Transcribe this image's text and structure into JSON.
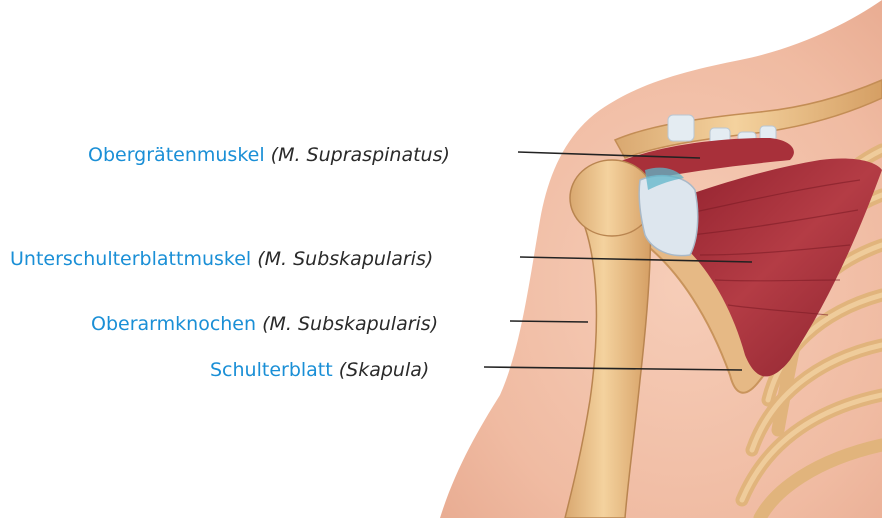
{
  "colors": {
    "term": "#1a8fd6",
    "latin": "#2a2a2a",
    "skin": "#f2c4ad",
    "bone": "#ecc48e",
    "muscle": "#a9323c",
    "cartilage": "#dfe7ef",
    "leader_line": "#222222"
  },
  "labels": [
    {
      "id": "supraspinatus",
      "term": "Obergrätenmuskel",
      "latin": "(M. Supraspinatus)"
    },
    {
      "id": "subscapularis",
      "term": "Unterschulterblattmuskel",
      "latin": "(M. Subskapularis)"
    },
    {
      "id": "humerus",
      "term": "Oberarmknochen",
      "latin": "(M. Subskapularis)"
    },
    {
      "id": "scapula",
      "term": "Schulterblatt",
      "latin": "(Skapula)"
    }
  ],
  "icons": [
    "shoulder-anatomy-illustration"
  ]
}
